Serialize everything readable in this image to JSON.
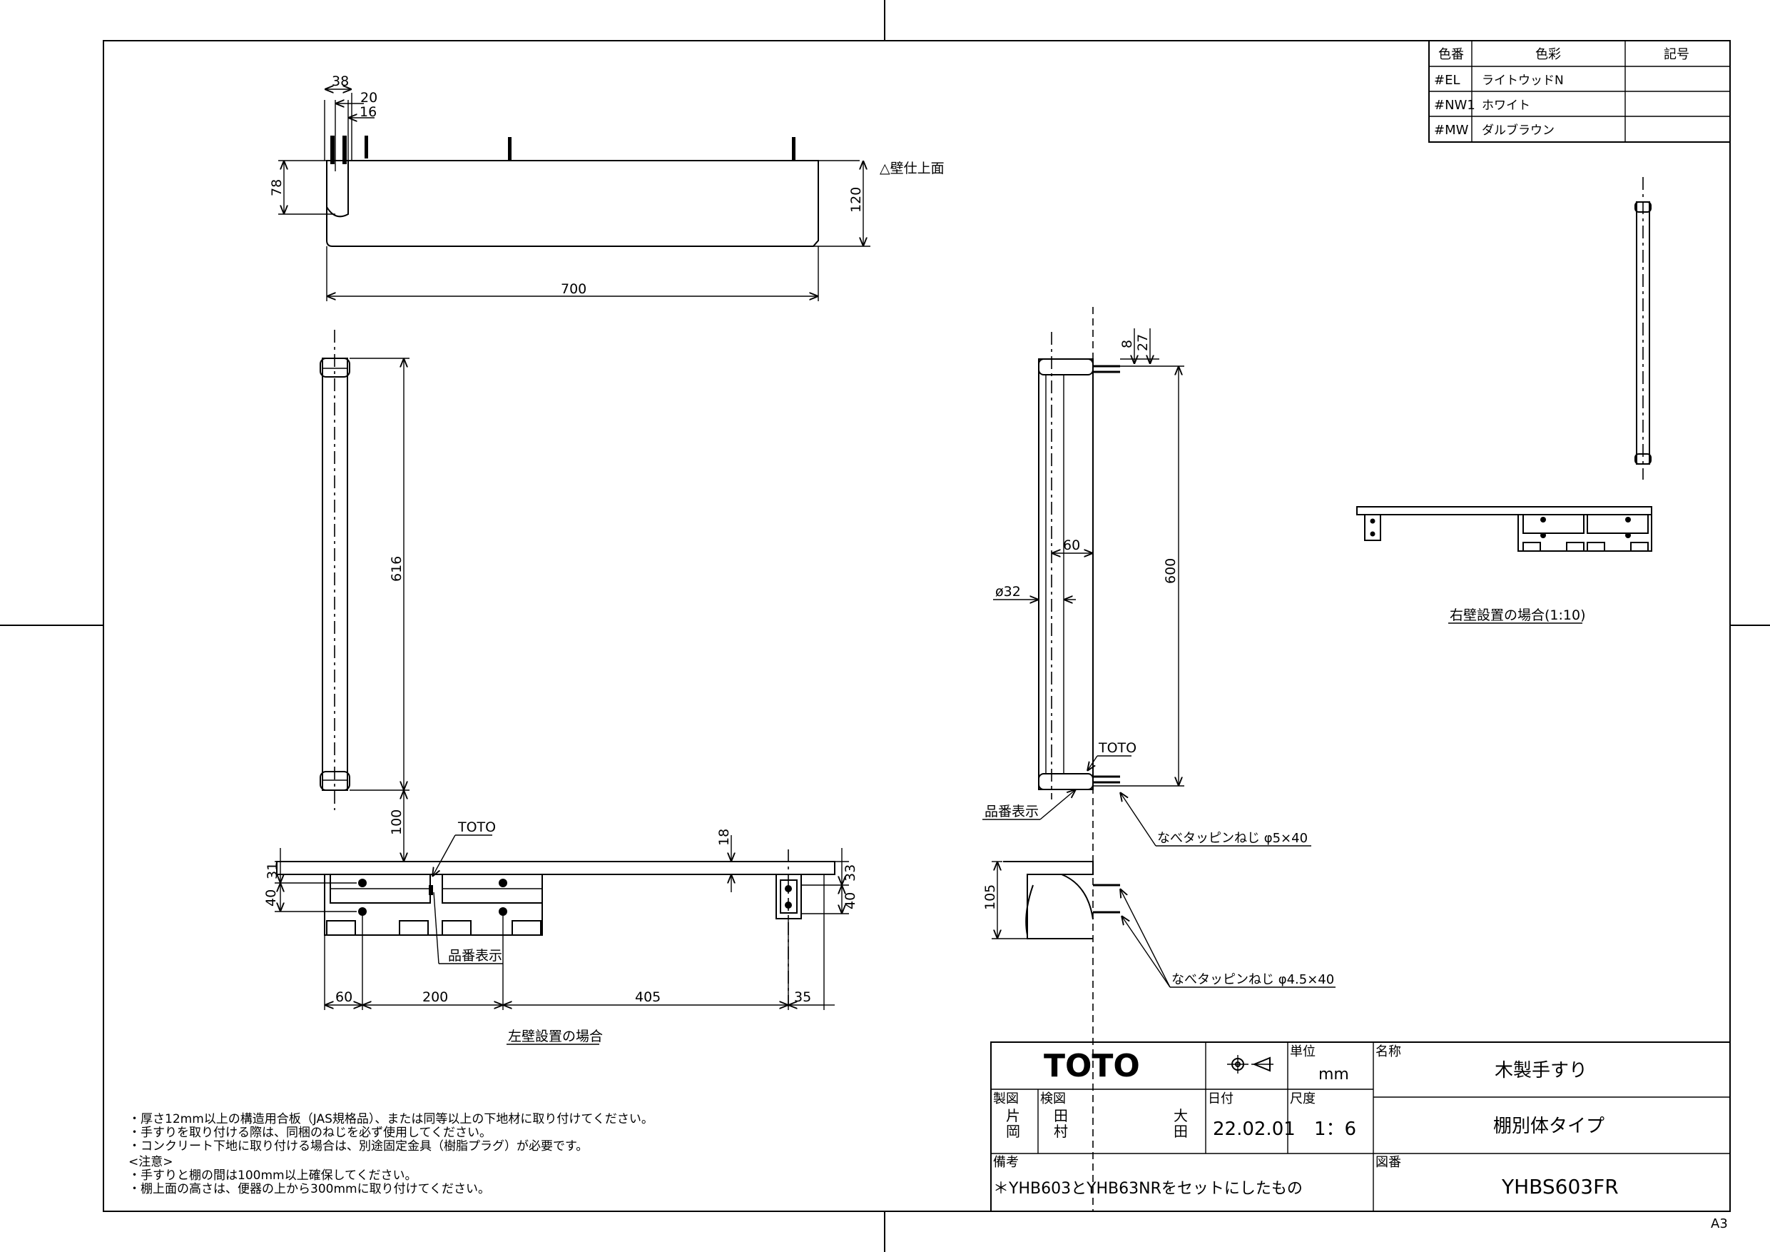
{
  "color_table": {
    "headers": [
      "色番",
      "色彩",
      "記号"
    ],
    "rows": [
      {
        "code": "#EL",
        "name": "ライトウッドN"
      },
      {
        "code": "#NW1",
        "name": "ホワイト"
      },
      {
        "code": "#MW",
        "name": "ダルブラウン"
      }
    ]
  },
  "top_view": {
    "dims": {
      "w38": "38",
      "w20": "20",
      "w16": "16",
      "h78": "78",
      "h120": "120",
      "w700": "700"
    },
    "wall_label": "△壁仕上面"
  },
  "front_view": {
    "dims": {
      "h616": "616",
      "h100": "100",
      "t18": "18",
      "h31": "31",
      "h40a": "40",
      "h33": "33",
      "h40b": "40",
      "w60": "60",
      "w200": "200",
      "w405": "405",
      "w35": "35"
    },
    "toto_label": "TOTO",
    "part_label": "品番表示",
    "caption": "左壁設置の場合"
  },
  "side_view": {
    "dims": {
      "d8": "8",
      "d27": "27",
      "h600": "600",
      "d60": "60",
      "dia32": "ø32",
      "h105": "105"
    },
    "toto_label": "TOTO",
    "part_label": "品番表示",
    "screw1": "なべタッピンねじ φ5×40",
    "screw2": "なべタッピンねじ φ4.5×40"
  },
  "right_view": {
    "caption": "右壁設置の場合(1:10)"
  },
  "notes": [
    "・厚さ12mm以上の構造用合板（JAS規格品）、または同等以上の下地材に取り付けてください。",
    "・手すりを取り付ける際は、同梱のねじを必ず使用してください。",
    "・コンクリート下地に取り付ける場合は、別途固定金具（樹脂プラグ）が必要です。",
    "<注意>",
    "・手すりと棚の間は100mm以上確保してください。",
    "・棚上面の高さは、便器の上から300mmに取り付けてください。"
  ],
  "title_block": {
    "logo": "TOTO",
    "unit_label": "単位",
    "unit_value": "mm",
    "drawn_label": "製図",
    "drawn_value1": "片",
    "drawn_value2": "岡",
    "checked_label": "検図",
    "checked_value1": "田",
    "checked_value2": "村",
    "checked_value3": "大",
    "checked_value4": "田",
    "date_label": "日付",
    "date_value": "22.02.01",
    "scale_label": "尺度",
    "scale_value": "1：6",
    "name_label": "名称",
    "name_value": "木製手すり",
    "subname_value": "棚別体タイプ",
    "remarks_label": "備考",
    "remarks_value": "＊YHB603とYHB63NRをセットにしたもの",
    "drawing_no_label": "図番",
    "drawing_no_value": "YHBS603FR"
  },
  "sheet_size": "A3"
}
